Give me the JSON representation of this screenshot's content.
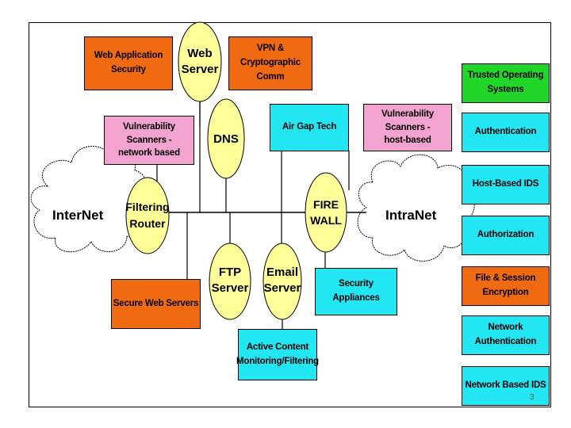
{
  "diagram": {
    "internet_cloud": "InterNet",
    "intranet_cloud": "IntraNet",
    "web_server": "Web\nServer",
    "dns": "DNS",
    "filtering_router": "Filtering\nRouter",
    "ftp_server": "FTP\nServer",
    "email_server": "Email\nServer",
    "firewall": "FIRE\nWALL",
    "web_app_security": "Web Application\nSecurity",
    "vpn_crypto": "VPN & Cryptographic\nComm",
    "vuln_network": "Vulnerability\nScanners -\nnetwork based",
    "air_gap": "Air Gap Tech",
    "vuln_host": "Vulnerability\nScanners -\nhost-based",
    "secure_web_servers": "Secure Web Servers",
    "security_appliances": "Security Appliances",
    "active_content": "Active Content\nMonitoring/Filtering",
    "page_number": "3"
  },
  "sidebar": [
    {
      "label": "Trusted Operating\nSystems",
      "color": "#22d629"
    },
    {
      "label": "Authentication",
      "color": "#22e6f2"
    },
    {
      "label": "Host-Based IDS",
      "color": "#22e6f2"
    },
    {
      "label": "Authorization",
      "color": "#22e6f2"
    },
    {
      "label": "File & Session\nEncryption",
      "color": "#f06a12"
    },
    {
      "label": "Network\nAuthentication",
      "color": "#22e6f2"
    },
    {
      "label": "Network Based IDS",
      "color": "#22e6f2"
    }
  ],
  "colors": {
    "server_fill": "#ffff99",
    "line": "#000000"
  }
}
